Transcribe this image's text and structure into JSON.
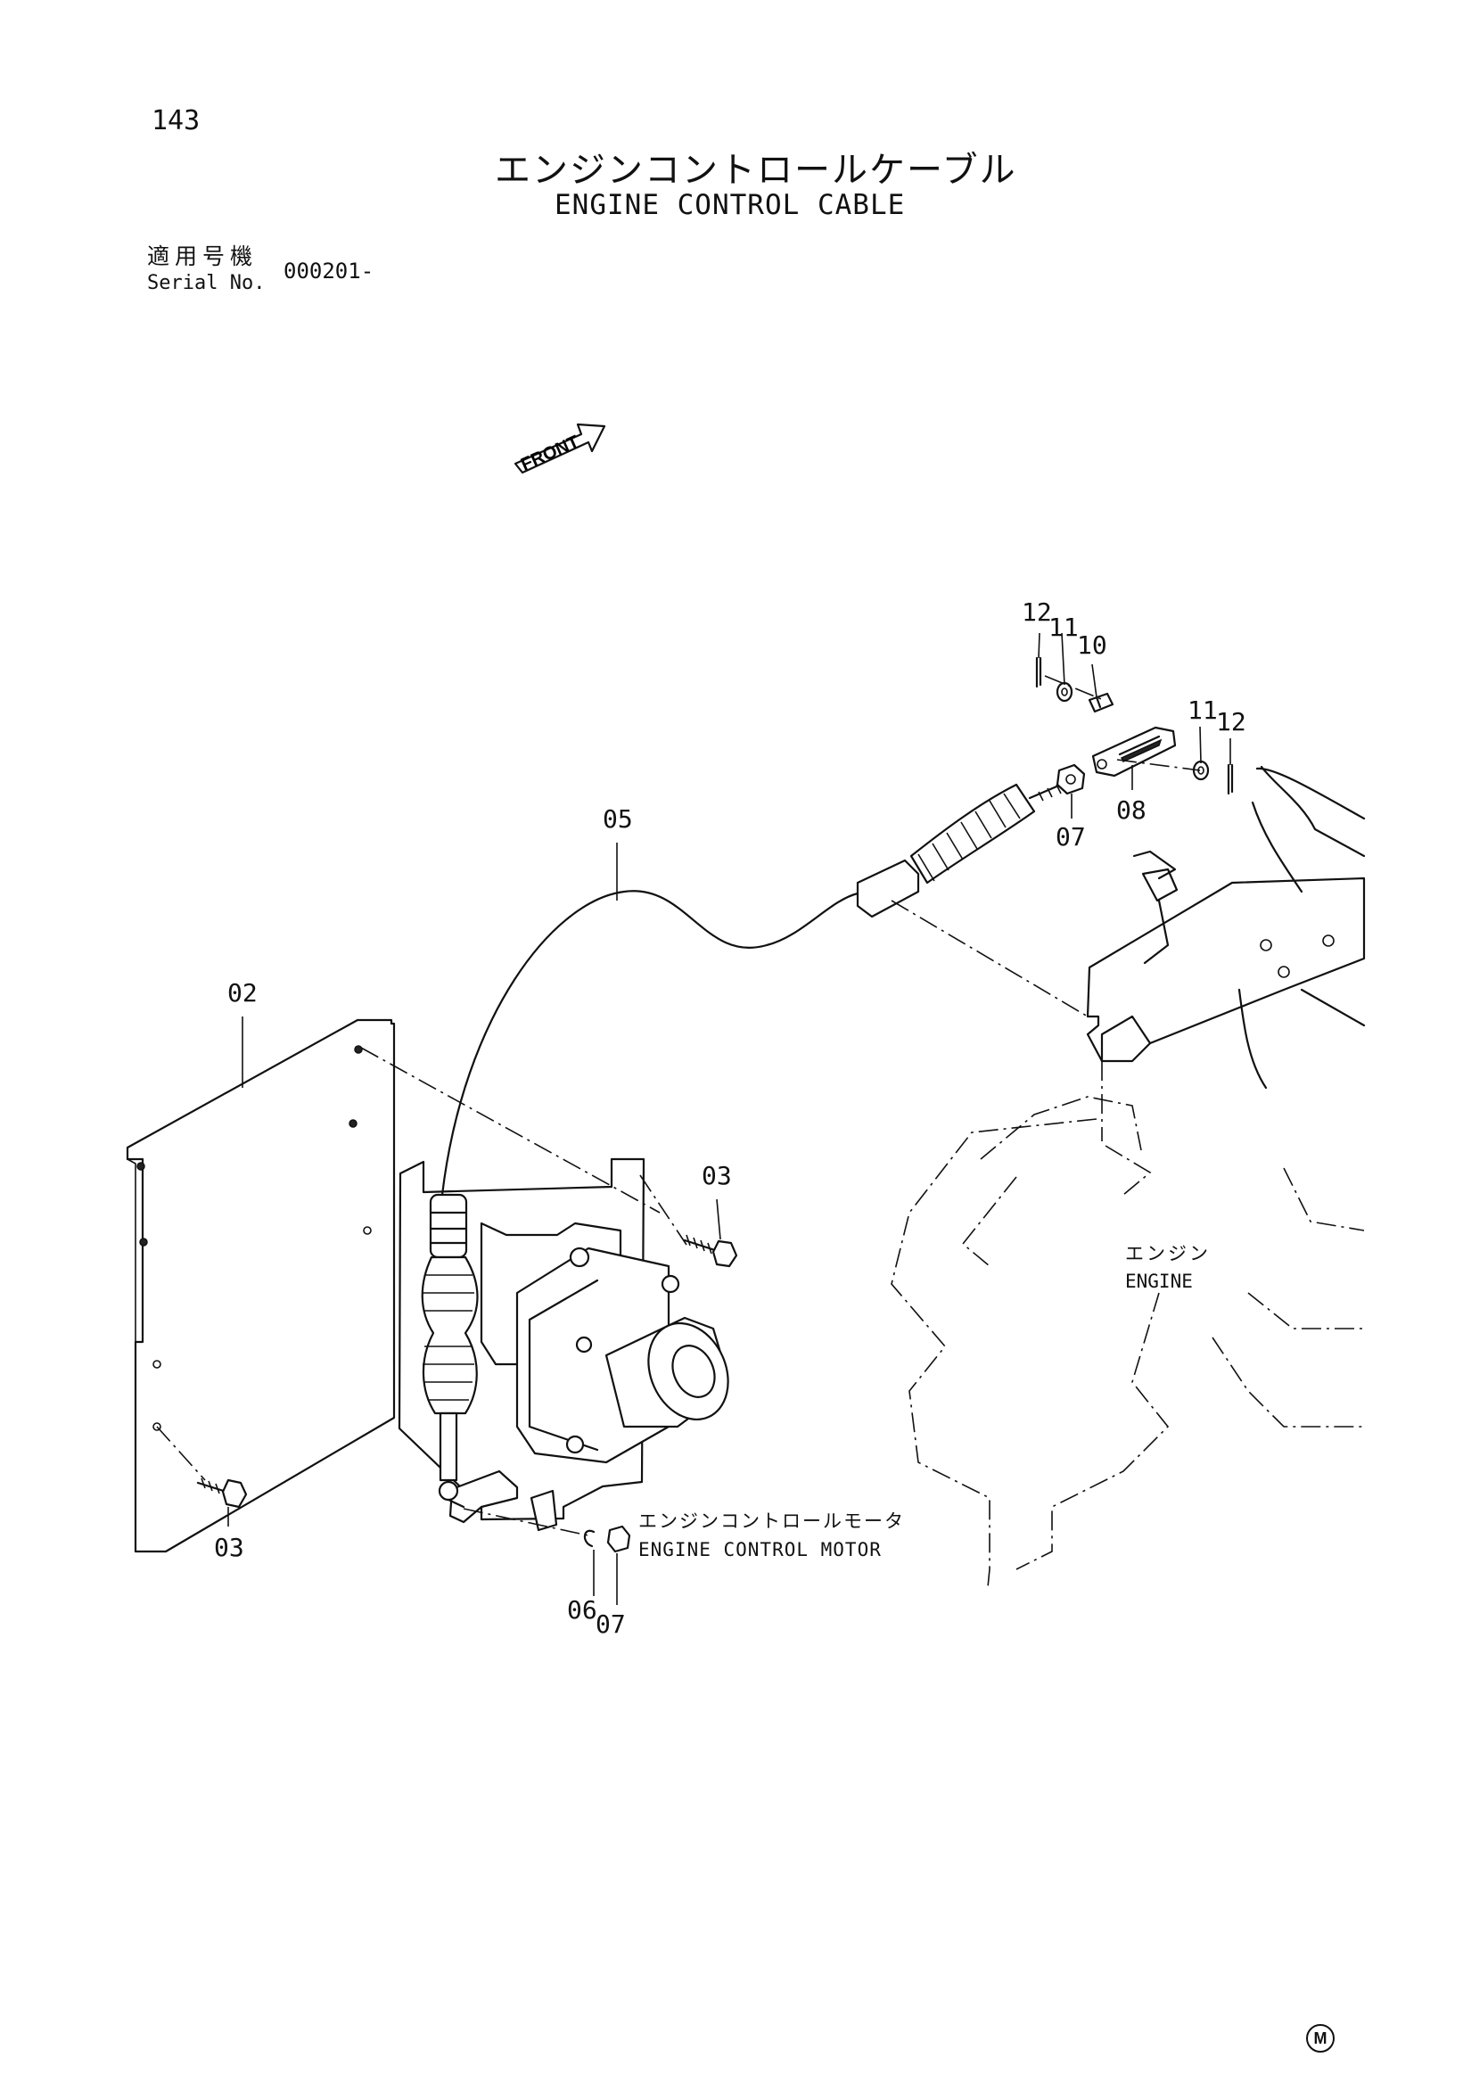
{
  "page": {
    "number": "143"
  },
  "title": {
    "ja": "エンジンコントロールケーブル",
    "en": "ENGINE CONTROL CABLE"
  },
  "serial": {
    "label_ja": "適用号機",
    "label_en": "Serial No.",
    "value": "000201-"
  },
  "front_arrow": {
    "text": "FRONT"
  },
  "labels": {
    "engine_ja": "エンジン",
    "engine_en": "ENGINE",
    "motor_ja": "エンジンコントロールモータ",
    "motor_en": "ENGINE CONTROL MOTOR"
  },
  "part_numbers": [
    "02",
    "03",
    "03",
    "05",
    "06",
    "07",
    "07",
    "08",
    "10",
    "11",
    "11",
    "12",
    "12"
  ],
  "footer": {
    "mark": "M"
  }
}
